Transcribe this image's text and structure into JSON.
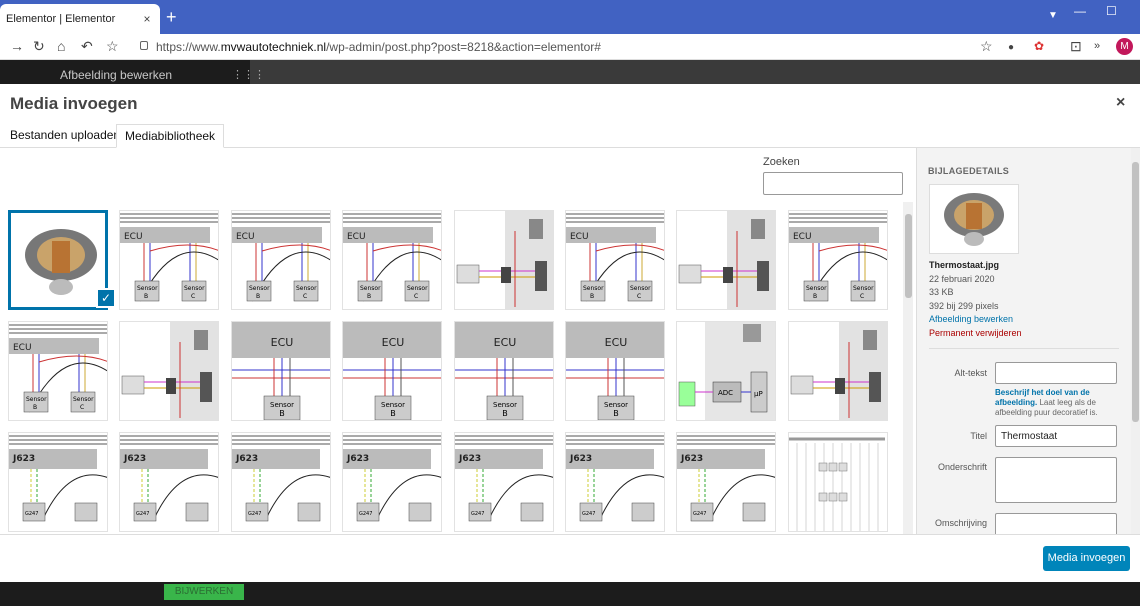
{
  "browser": {
    "tab_title": "Elementor | Elementor",
    "tab_close": "×",
    "new_tab": "+",
    "minimize": "—",
    "maximize": "☐",
    "url_prefix": "https://www.",
    "url_domain": "mvwautotechniek.nl",
    "url_path": "/wp-admin/post.php?post=8218&action=elementor#",
    "avatar_letter": "M"
  },
  "editor": {
    "panel_title": "Afbeelding bewerken",
    "update_label": "BIJWERKEN"
  },
  "modal": {
    "title": "Media invoegen",
    "close": "×",
    "tabs": [
      {
        "label": "Bestanden uploaden",
        "active": false
      },
      {
        "label": "Mediabibliotheek",
        "active": true
      }
    ],
    "search_label": "Zoeken",
    "search_value": "",
    "insert_label": "Media invoegen"
  },
  "thumbnails": [
    {
      "kind": "photo",
      "selected": true
    },
    {
      "kind": "ecu-sensors"
    },
    {
      "kind": "ecu-sensors"
    },
    {
      "kind": "ecu-sensors"
    },
    {
      "kind": "circuit"
    },
    {
      "kind": "ecu-sensors"
    },
    {
      "kind": "circuit"
    },
    {
      "kind": "ecu-sensors"
    },
    {
      "kind": "ecu-sensors"
    },
    {
      "kind": "circuit"
    },
    {
      "kind": "ecu-single"
    },
    {
      "kind": "ecu-single"
    },
    {
      "kind": "ecu-single"
    },
    {
      "kind": "ecu-single"
    },
    {
      "kind": "adc"
    },
    {
      "kind": "circuit"
    },
    {
      "kind": "j623"
    },
    {
      "kind": "j623"
    },
    {
      "kind": "j623"
    },
    {
      "kind": "j623"
    },
    {
      "kind": "j623"
    },
    {
      "kind": "j623"
    },
    {
      "kind": "j623"
    },
    {
      "kind": "schematic"
    }
  ],
  "diagram_text": {
    "ecu": "ECU",
    "sensor": "Sensor",
    "sensor_b": "B",
    "sensor_c": "C",
    "j623": "J623",
    "g247": "G247",
    "adc": "ADC",
    "mu_p": "µP"
  },
  "details": {
    "heading": "BIJLAGEDETAILS",
    "filename": "Thermostaat.jpg",
    "date": "22 februari 2020",
    "size": "33 KB",
    "dimensions": "392 bij 299 pixels",
    "edit_link": "Afbeelding bewerken",
    "delete_link": "Permanent verwijderen",
    "alt_label": "Alt-tekst",
    "alt_value": "",
    "alt_help_link": "Beschrijf het doel van de afbeelding.",
    "alt_help_text": " Laat leeg als de afbeelding puur decoratief is.",
    "title_label": "Titel",
    "title_value": "Thermostaat",
    "caption_label": "Onderschrift",
    "caption_value": "",
    "description_label": "Omschrijving",
    "description_value": ""
  },
  "colors": {
    "accent": "#0073aa",
    "button": "#0085ba",
    "delete": "#aa0000",
    "browser": "#4162c2"
  }
}
